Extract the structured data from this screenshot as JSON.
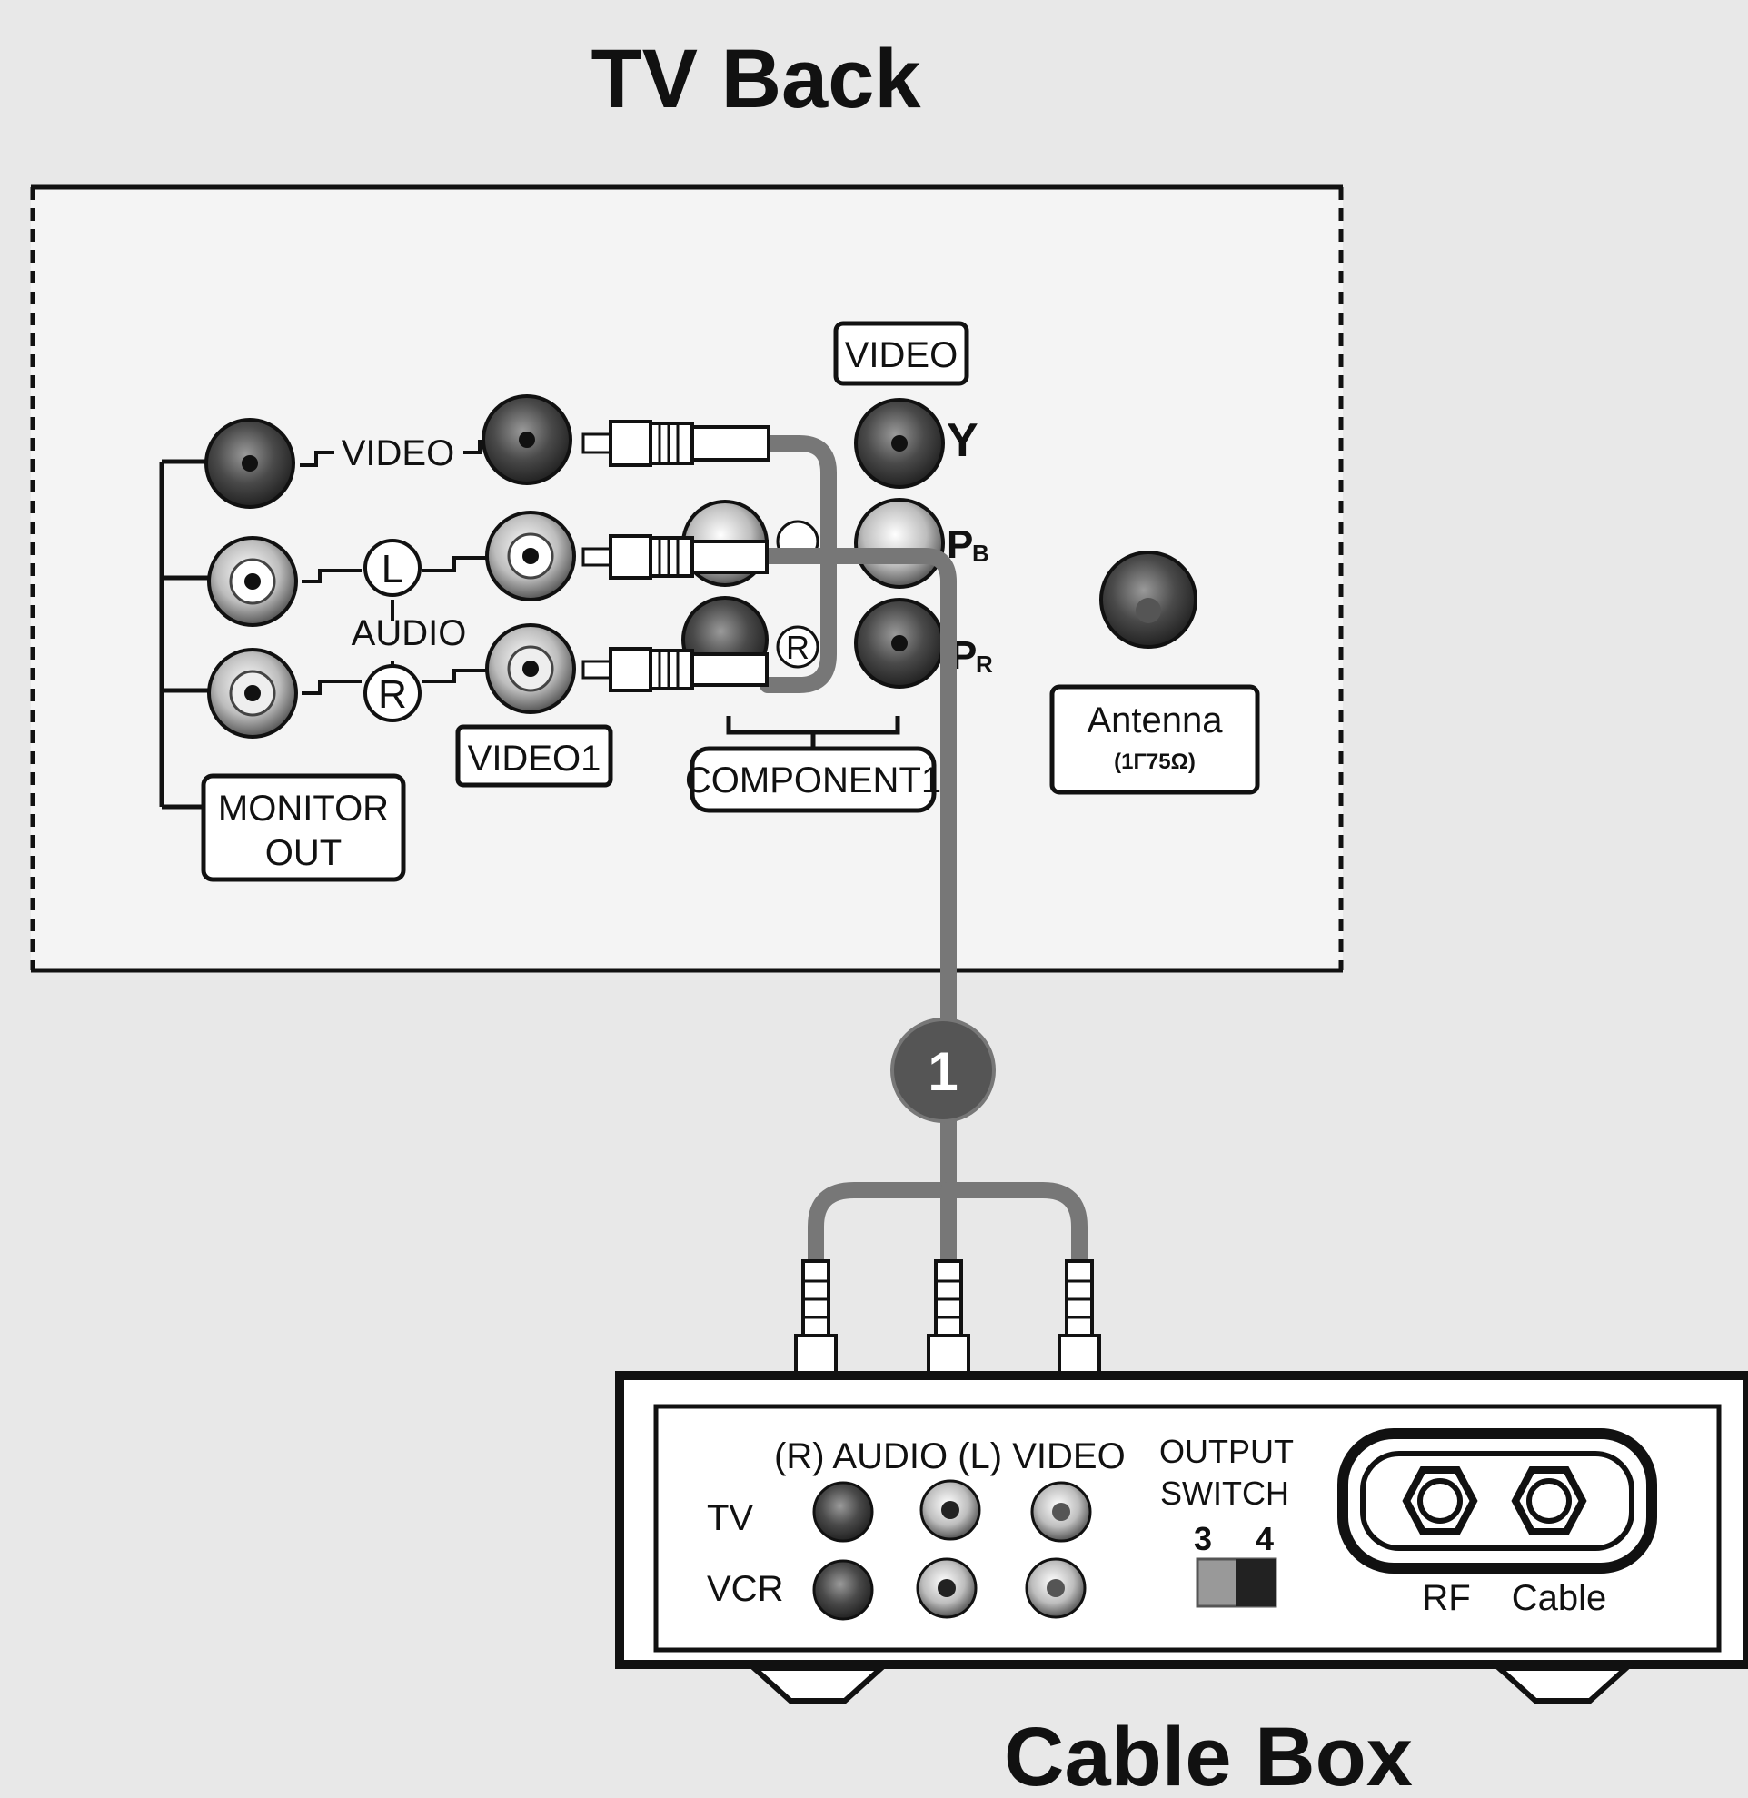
{
  "titles": {
    "tv_back": "TV Back",
    "cable_box": "Cable Box"
  },
  "tv_panel": {
    "video_label": "VIDEO",
    "audio_label": "AUDIO",
    "left_marker": "L",
    "right_marker": "R",
    "video1_label": "VIDEO1",
    "monitor_out_line1": "MONITOR",
    "monitor_out_line2": "OUT",
    "video_box_label": "VIDEO",
    "y_label": "Y",
    "pb_label": "P",
    "pb_sub": "B",
    "pr_label": "P",
    "pr_sub": "R",
    "component1_label": "COMPONENT1",
    "antenna_label": "Antenna",
    "antenna_sub": "(1Γ75Ω)"
  },
  "step": {
    "number": "1"
  },
  "cable_box": {
    "header_label": "(R) AUDIO (L) VIDEO",
    "row_tv": "TV",
    "row_vcr": "VCR",
    "output_switch_line1": "OUTPUT",
    "output_switch_line2": "SWITCH",
    "switch_3": "3",
    "switch_4": "4",
    "rf_label": "RF",
    "cable_label": "Cable"
  },
  "colors": {
    "background": "#e8e8e8",
    "panel": "#f4f4f4",
    "cable": "#777777",
    "jack_dark": "#3a3a3a"
  }
}
